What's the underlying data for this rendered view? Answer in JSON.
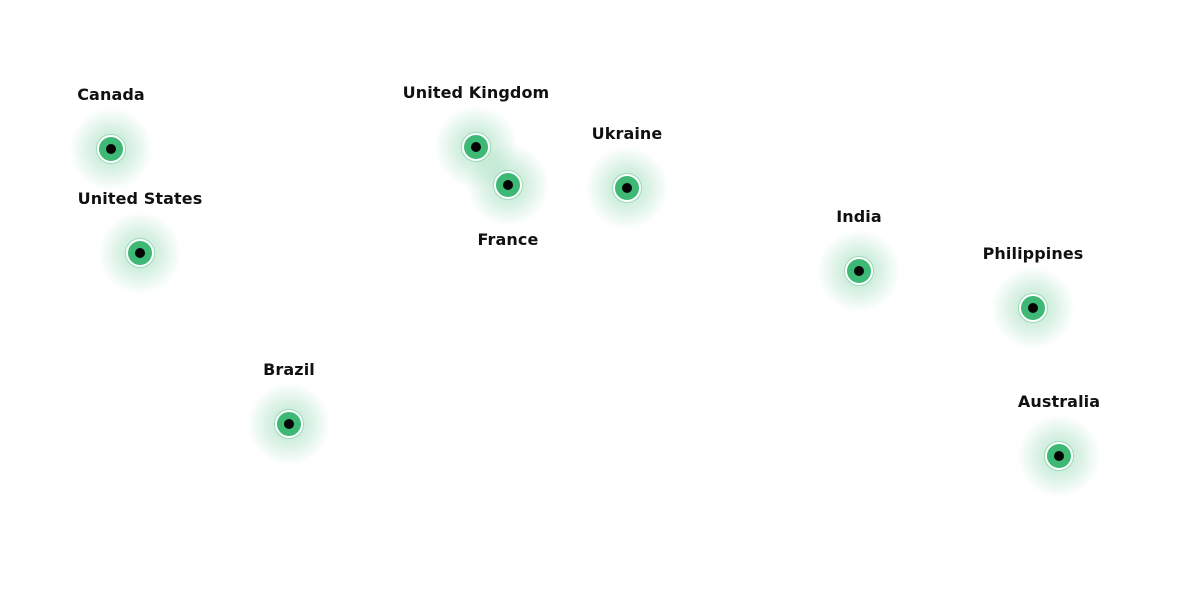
{
  "map": {
    "accent_color": "#3db975",
    "marker_icon": "location-pin-icon",
    "locations": [
      {
        "name": "Canada"
      },
      {
        "name": "United States"
      },
      {
        "name": "Brazil"
      },
      {
        "name": "United Kingdom"
      },
      {
        "name": "France"
      },
      {
        "name": "Ukraine"
      },
      {
        "name": "India"
      },
      {
        "name": "Philippines"
      },
      {
        "name": "Australia"
      }
    ]
  }
}
